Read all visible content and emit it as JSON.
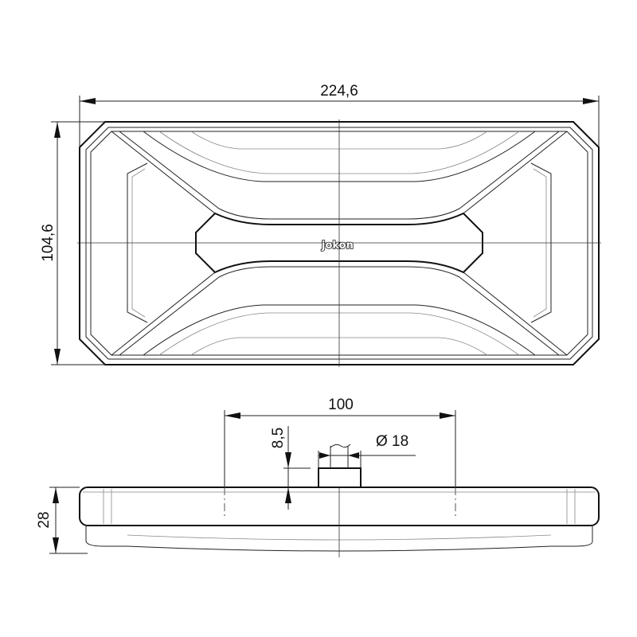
{
  "drawing": {
    "top_view": {
      "width_dimension": "224,6",
      "height_dimension": "104,6",
      "logo_text": "jokon"
    },
    "side_view": {
      "mount_spacing_dimension": "100",
      "connector_height_dimension": "8,5",
      "connector_diameter_dimension": "Ø 18",
      "depth_dimension": "28"
    }
  }
}
